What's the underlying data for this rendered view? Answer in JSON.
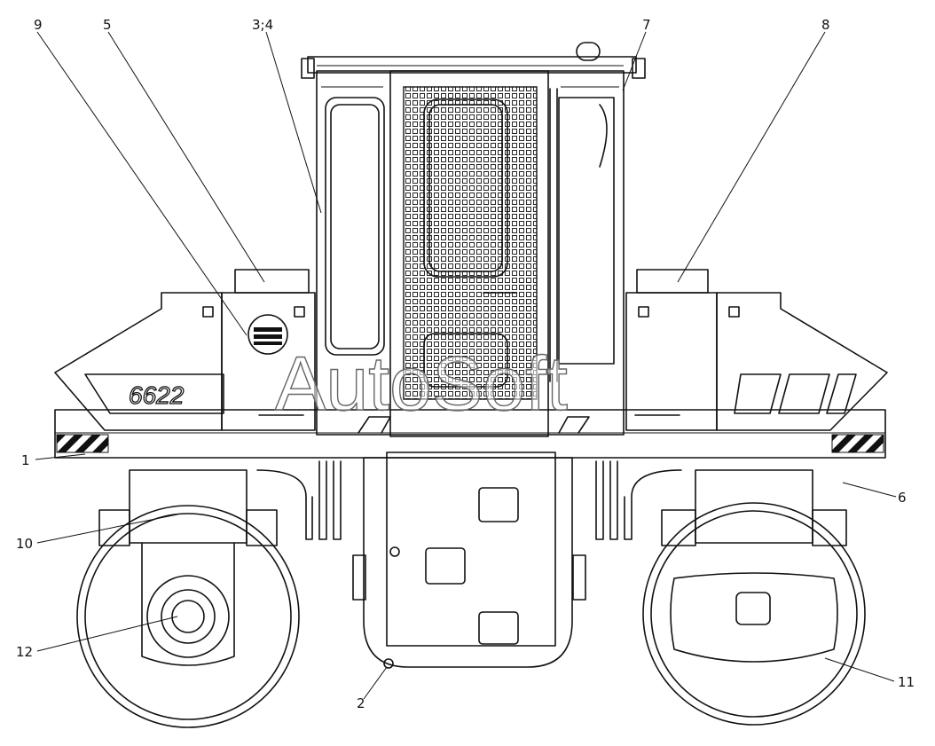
{
  "callouts": [
    {
      "id": "c9",
      "label": "9"
    },
    {
      "id": "c5",
      "label": "5"
    },
    {
      "id": "c34",
      "label": "3;4"
    },
    {
      "id": "c7",
      "label": "7"
    },
    {
      "id": "c8",
      "label": "8"
    },
    {
      "id": "c1",
      "label": "1"
    },
    {
      "id": "c6",
      "label": "6"
    },
    {
      "id": "c10",
      "label": "10"
    },
    {
      "id": "c12",
      "label": "12"
    },
    {
      "id": "c2",
      "label": "2"
    },
    {
      "id": "c11",
      "label": "11"
    }
  ],
  "model_number": "6622",
  "watermark": "AutoSoft"
}
